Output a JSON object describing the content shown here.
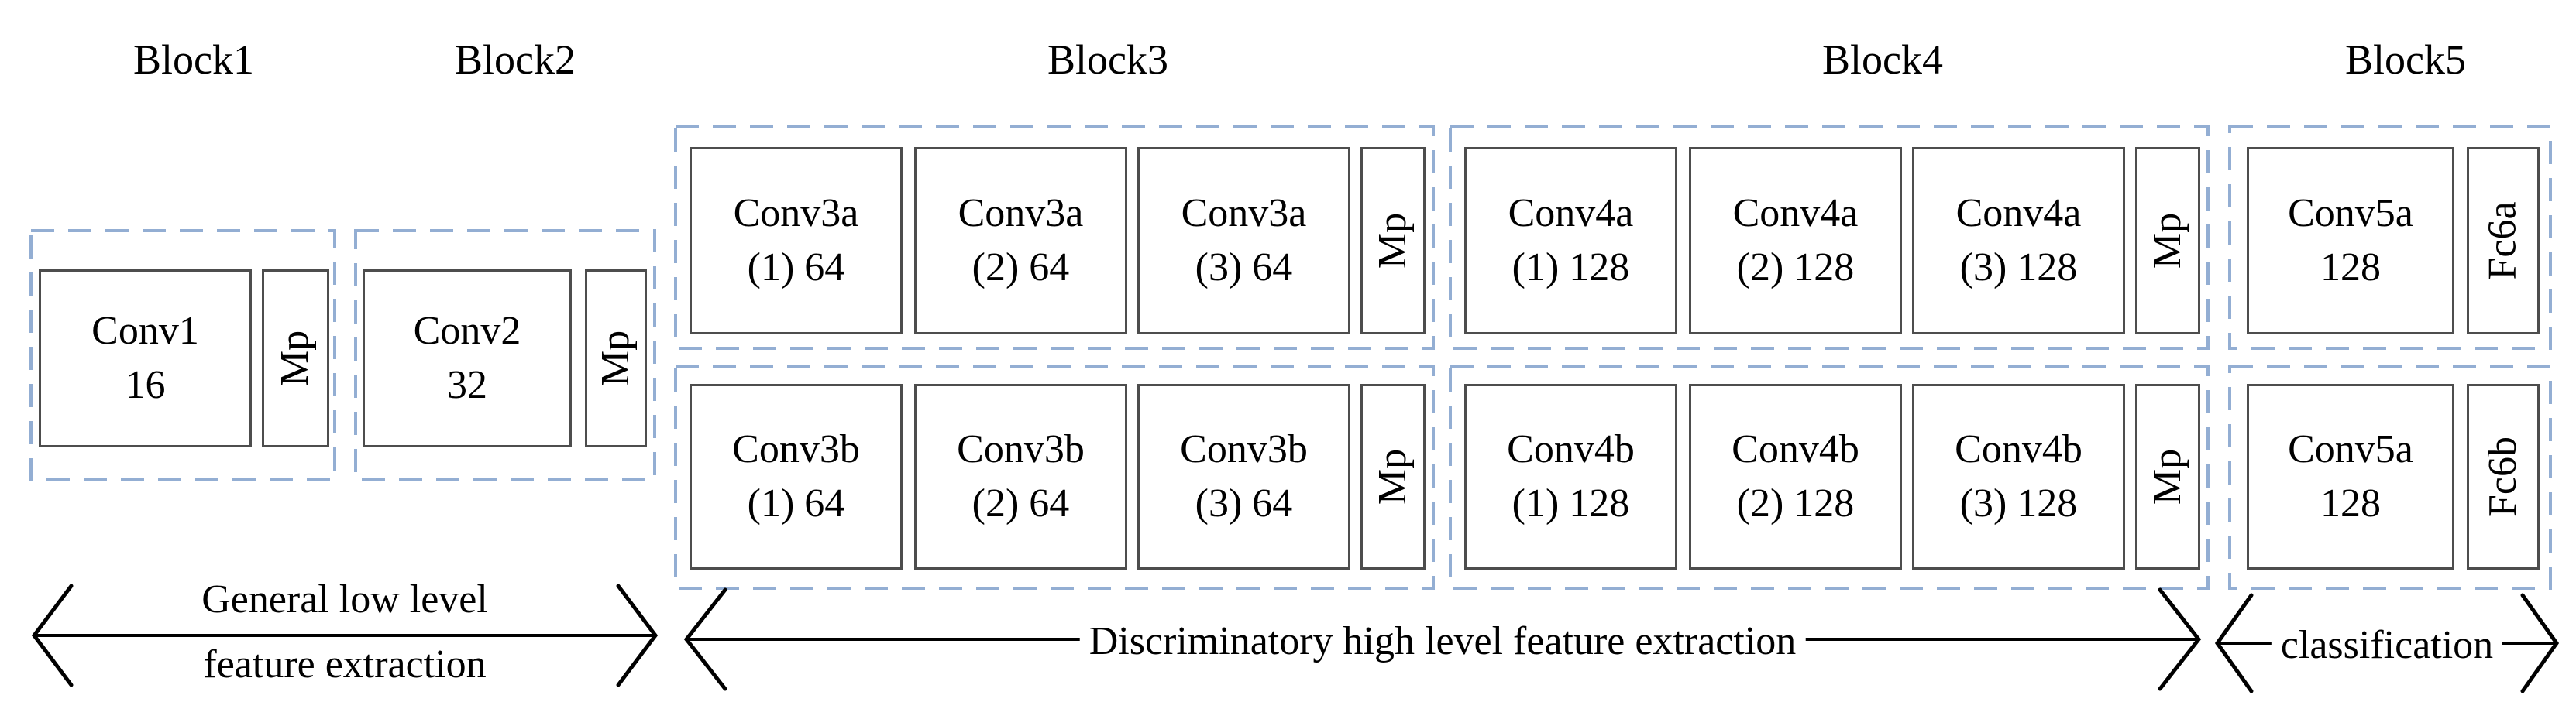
{
  "colors": {
    "dashed_border": "#93aed3",
    "box_border": "#4d4d4d",
    "text_color": "#000000",
    "background": "#ffffff",
    "arrow": "#000000"
  },
  "block1": {
    "label": "Block1",
    "conv": {
      "line1": "Conv1",
      "line2": "16"
    },
    "pool": "Mp"
  },
  "block2": {
    "label": "Block2",
    "conv": {
      "line1": "Conv2",
      "line2": "32"
    },
    "pool": "Mp"
  },
  "block3": {
    "label": "Block3",
    "row_a": {
      "cell1": {
        "line1": "Conv3a",
        "line2": "(1) 64"
      },
      "cell2": {
        "line1": "Conv3a",
        "line2": "(2) 64"
      },
      "cell3": {
        "line1": "Conv3a",
        "line2": "(3) 64"
      },
      "pool": "Mp"
    },
    "row_b": {
      "cell1": {
        "line1": "Conv3b",
        "line2": "(1) 64"
      },
      "cell2": {
        "line1": "Conv3b",
        "line2": "(2) 64"
      },
      "cell3": {
        "line1": "Conv3b",
        "line2": "(3) 64"
      },
      "pool": "Mp"
    }
  },
  "block4": {
    "label": "Block4",
    "row_a": {
      "cell1": {
        "line1": "Conv4a",
        "line2": "(1) 128"
      },
      "cell2": {
        "line1": "Conv4a",
        "line2": "(2) 128"
      },
      "cell3": {
        "line1": "Conv4a",
        "line2": "(3) 128"
      },
      "pool": "Mp"
    },
    "row_b": {
      "cell1": {
        "line1": "Conv4b",
        "line2": "(1) 128"
      },
      "cell2": {
        "line1": "Conv4b",
        "line2": "(2) 128"
      },
      "cell3": {
        "line1": "Conv4b",
        "line2": "(3) 128"
      },
      "pool": "Mp"
    }
  },
  "block5": {
    "label": "Block5",
    "row_a": {
      "conv": {
        "line1": "Conv5a",
        "line2": "128"
      },
      "fc": "Fc6a"
    },
    "row_b": {
      "conv": {
        "line1": "Conv5a",
        "line2": "128"
      },
      "fc": "Fc6b"
    }
  },
  "annotations": {
    "low_level": {
      "line1": "General low level",
      "line2": "feature extraction"
    },
    "high_level": {
      "text": "Discriminatory high level feature extraction"
    },
    "classification": {
      "text": "classification"
    }
  }
}
